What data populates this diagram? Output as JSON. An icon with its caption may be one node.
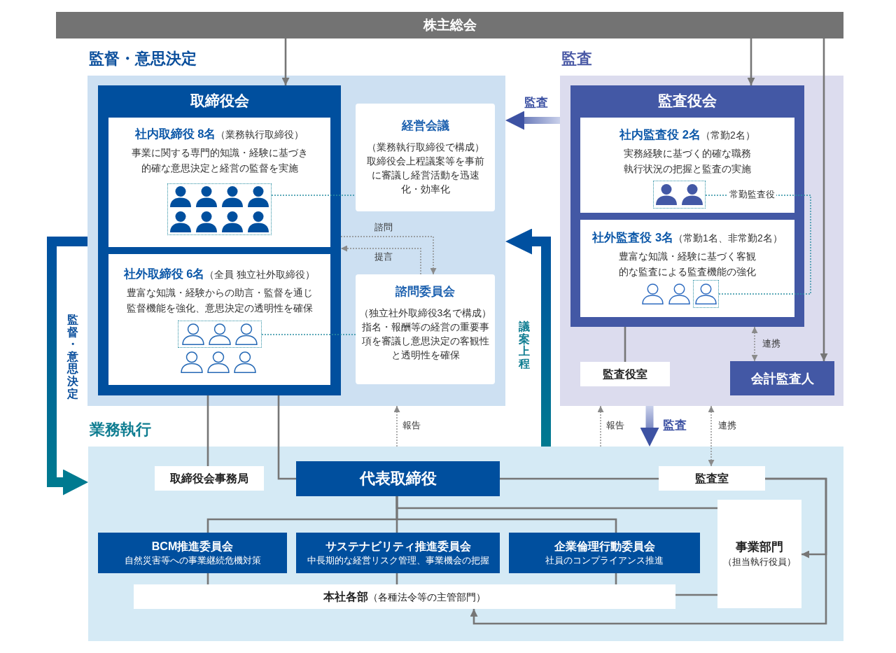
{
  "diagram": {
    "nodes": [
      {
        "text": [
          "株主総会"
        ]
      },
      {
        "text": [
          "監督・意思決定"
        ]
      },
      {
        "text": [
          "取締役会"
        ],
        "in": 1
      },
      {
        "text": [
          "**社内取締役 8名**（業務執行取締役）",
          "事業に関する専門的知識・経験に基づき的確な意思決定と経営の監督を実施"
        ],
        "in": 2
      },
      {
        "text": [],
        "shape": "person",
        "in": 3
      },
      {
        "text": [
          "**社外取締役 6名**（全員 独立社外取締役）",
          "豊富な知識・経験からの助言・監督を通じ監督機能を強化、意思決定の透明性を確保"
        ],
        "in": 2
      },
      {
        "text": [],
        "shape": "person",
        "in": 5
      },
      {
        "text": [
          "経営会議",
          "（業務執行取締役で構成）取締役会上程議案等を事前に審議し経営活動を迅速化・効率化"
        ],
        "in": 1
      },
      {
        "text": [
          "諮問委員会",
          "（独立社外取締役3名で構成）指名・報酬等の経営の重要事項を審議し意思決定の客観性と透明性を確保"
        ],
        "in": 1
      },
      {
        "text": [
          "監査"
        ]
      },
      {
        "text": [
          "監査役会"
        ],
        "in": 9
      },
      {
        "text": [
          "**社内監査役 2名**（常勤2名）",
          "実務経験に基づく的確な職務執行状況の把握と監査の実施"
        ],
        "in": 10
      },
      {
        "text": [],
        "shape": "person",
        "in": 11
      },
      {
        "text": [
          "**社外監査役 3名**（常勤1名、非常勤2名）",
          "豊富な知識・経験に基づく客観的な監査による監査機能の強化"
        ],
        "in": 10
      },
      {
        "text": [],
        "shape": "person",
        "in": 13
      },
      {
        "text": [
          "監査役室"
        ],
        "in": 9
      },
      {
        "text": [
          "会計監査人"
        ],
        "in": 9
      },
      {
        "text": [
          "業務執行"
        ]
      },
      {
        "text": [
          "取締役会事務局"
        ],
        "in": 17
      },
      {
        "text": [
          "代表取締役"
        ],
        "in": 17
      },
      {
        "text": [
          "監査室"
        ],
        "in": 17
      },
      {
        "text": [
          "BCM推進委員会",
          "自然災害等への事業継続危機対策"
        ],
        "in": 17
      },
      {
        "text": [
          "サステナビリティ推進委員会",
          "中長期的な経営リスク管理、事業機会の把握"
        ],
        "in": 17
      },
      {
        "text": [
          "企業倫理行動委員会",
          "社員のコンプライアンス推進"
        ],
        "in": 17
      },
      {
        "text": [
          "**本社各部**（各種法令等の主管部門）"
        ],
        "in": 17
      },
      {
        "text": [
          "事業部門",
          "（担当執行役員）"
        ],
        "in": 17
      }
    ],
    "edges": [
      {
        "from": 0,
        "to": 2,
        "arrow": "to"
      },
      {
        "from": 0,
        "to": 10,
        "arrow": "to"
      },
      {
        "from": 0,
        "to": 16,
        "arrow": "to"
      },
      {
        "from": 9,
        "to": 1,
        "arrow": "to",
        "label": "監査",
        "style": "thick",
        "color": "#3d52a3"
      },
      {
        "from": 4,
        "to": 7,
        "arrow": "none",
        "style": "dashed",
        "color": "#2b8fa3"
      },
      {
        "from": 2,
        "to": 8,
        "arrow": "to",
        "label": "諮問",
        "style": "dashed"
      },
      {
        "from": 8,
        "to": 2,
        "arrow": "to",
        "label": "提言",
        "style": "dashed"
      },
      {
        "from": 6,
        "to": 8,
        "arrow": "none",
        "style": "dashed",
        "color": "#2b8fa3"
      },
      {
        "from": 12,
        "to": 14,
        "arrow": "none",
        "label": "常勤監査役",
        "style": "dashed",
        "color": "#2b8fa3"
      },
      {
        "from": 10,
        "to": 15,
        "arrow": "none"
      },
      {
        "from": 10,
        "to": 16,
        "arrow": "both",
        "label": "連携",
        "style": "dashed"
      },
      {
        "from": 1,
        "to": 17,
        "arrow": "to",
        "label": "監督・意思決定",
        "style": "thick",
        "color": "#007a90"
      },
      {
        "from": 17,
        "to": 1,
        "arrow": "to",
        "label": "議案上程",
        "style": "thick",
        "color": "#0050a0"
      },
      {
        "from": 2,
        "to": 18,
        "arrow": "none"
      },
      {
        "from": 2,
        "to": 19,
        "arrow": "none"
      },
      {
        "from": 17,
        "to": 1,
        "arrow": "to",
        "label": "報告",
        "style": "dashed"
      },
      {
        "from": 17,
        "to": 9,
        "arrow": "to",
        "label": "報告",
        "style": "dashed"
      },
      {
        "from": 9,
        "to": 17,
        "arrow": "to",
        "label": "監査",
        "style": "thick",
        "color": "#3d52a3"
      },
      {
        "from": 9,
        "to": 20,
        "arrow": "both",
        "label": "連携",
        "style": "dashed"
      },
      {
        "from": 19,
        "to": 20,
        "arrow": "none"
      },
      {
        "from": 20,
        "to": 25,
        "arrow": "to"
      },
      {
        "from": 20,
        "to": 24,
        "arrow": "to"
      },
      {
        "from": 19,
        "to": 25,
        "arrow": "none"
      },
      {
        "from": 19,
        "to": 21,
        "arrow": "none"
      },
      {
        "from": 19,
        "to": 22,
        "arrow": "none"
      },
      {
        "from": 19,
        "to": 23,
        "arrow": "none"
      },
      {
        "from": 21,
        "to": 24,
        "arrow": "none"
      },
      {
        "from": 22,
        "to": 24,
        "arrow": "none"
      },
      {
        "from": 23,
        "to": 24,
        "arrow": "none"
      },
      {
        "from": 24,
        "to": 25,
        "arrow": "none"
      }
    ]
  }
}
